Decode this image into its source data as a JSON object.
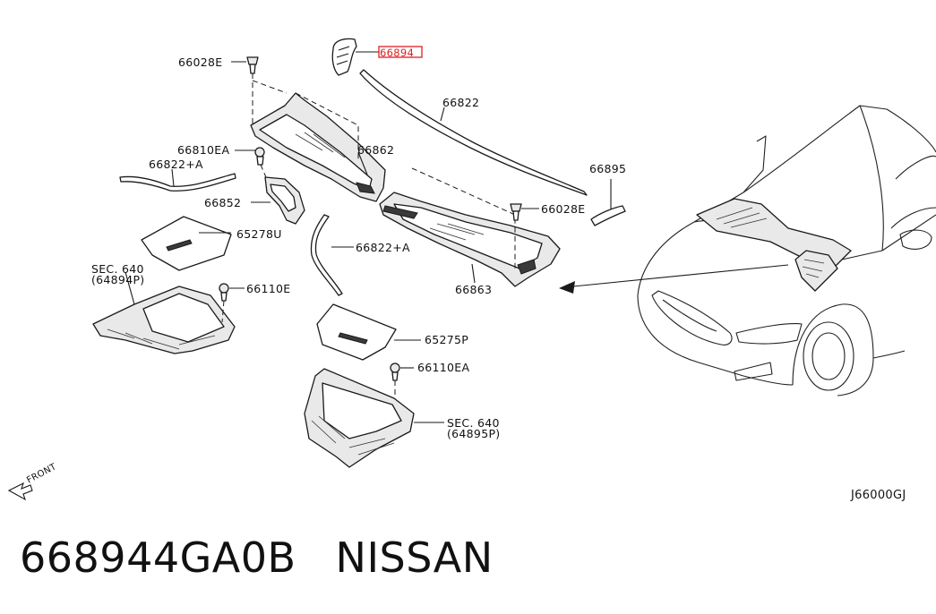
{
  "diagram": {
    "labels": [
      {
        "key": "l_66028E_a",
        "text": "66028E"
      },
      {
        "key": "l_66894",
        "text": "66894"
      },
      {
        "key": "l_66822",
        "text": "66822"
      },
      {
        "key": "l_66862",
        "text": "66862"
      },
      {
        "key": "l_66810EA",
        "text": "66810EA"
      },
      {
        "key": "l_66822A_a",
        "text": "66822+A"
      },
      {
        "key": "l_66852",
        "text": "66852"
      },
      {
        "key": "l_65278U",
        "text": "65278U"
      },
      {
        "key": "l_66822A_b",
        "text": "66822+A"
      },
      {
        "key": "l_66895",
        "text": "66895"
      },
      {
        "key": "l_66028E_b",
        "text": "66028E"
      },
      {
        "key": "l_66863",
        "text": "66863"
      },
      {
        "key": "l_sec640_a",
        "text": "SEC. 640"
      },
      {
        "key": "l_64894P",
        "text": "(64894P)"
      },
      {
        "key": "l_66110E",
        "text": "66110E"
      },
      {
        "key": "l_65275P",
        "text": "65275P"
      },
      {
        "key": "l_66110EA",
        "text": "66110EA"
      },
      {
        "key": "l_sec640_b",
        "text": "SEC. 640"
      },
      {
        "key": "l_64895P",
        "text": "(64895P)"
      },
      {
        "key": "l_front",
        "text": "FRONT"
      },
      {
        "key": "l_code",
        "text": "J66000GJ"
      }
    ],
    "highlight_color": "#e02020"
  },
  "caption": {
    "part_number": "668944GA0B",
    "brand": "NISSAN"
  }
}
